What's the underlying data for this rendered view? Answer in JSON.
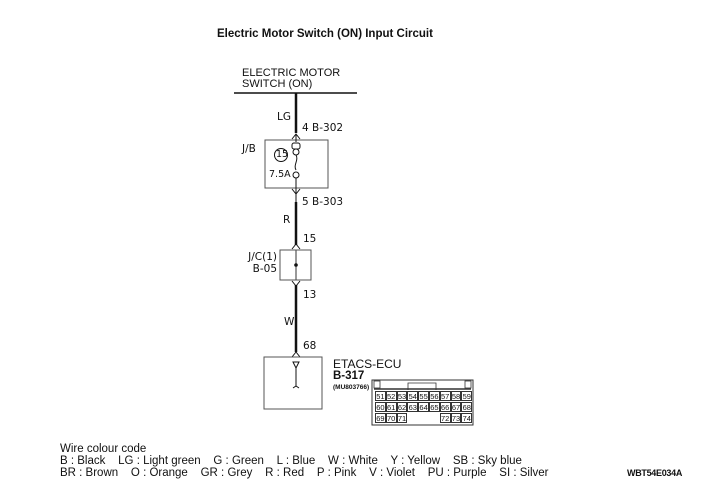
{
  "title": "Electric Motor Switch (ON) Input Circuit",
  "switch": {
    "line1": "ELECTRIC MOTOR",
    "line2": "SWITCH (ON)"
  },
  "wires": [
    {
      "color": "LG",
      "from_pin": "4 B-302"
    },
    {
      "color": "R",
      "from_pin": "5 B-303",
      "to_pin": "15"
    },
    {
      "color": "W",
      "from_pin": "13",
      "to_pin": "68"
    }
  ],
  "junction_block": {
    "label": "J/B",
    "fuse_number": "15",
    "fuse_rating": "7.5A"
  },
  "joint_connector": {
    "line1": "J/C(1)",
    "line2": "B-05"
  },
  "ecu": {
    "name": "ETACS-ECU",
    "connector": "B-317",
    "part_number": "(MU803766)"
  },
  "connector_pins": {
    "row1": [
      "51",
      "52",
      "53",
      "54",
      "55",
      "56",
      "57",
      "58",
      "59"
    ],
    "row2": [
      "60",
      "61",
      "62",
      "63",
      "64",
      "65",
      "66",
      "67",
      "68"
    ],
    "row3_left": [
      "69",
      "70",
      "71"
    ],
    "row3_right": [
      "72",
      "73",
      "74"
    ]
  },
  "wire_colour_code": {
    "heading": "Wire colour code",
    "line1": "B : Black    LG : Light green    G : Green    L : Blue    W : White    Y : Yellow    SB : Sky blue",
    "line2": "BR : Brown    O : Orange    GR : Grey    R : Red    P : Pink    V : Violet    PU : Purple    SI : Silver"
  },
  "figure_code": "WBT54E034A"
}
